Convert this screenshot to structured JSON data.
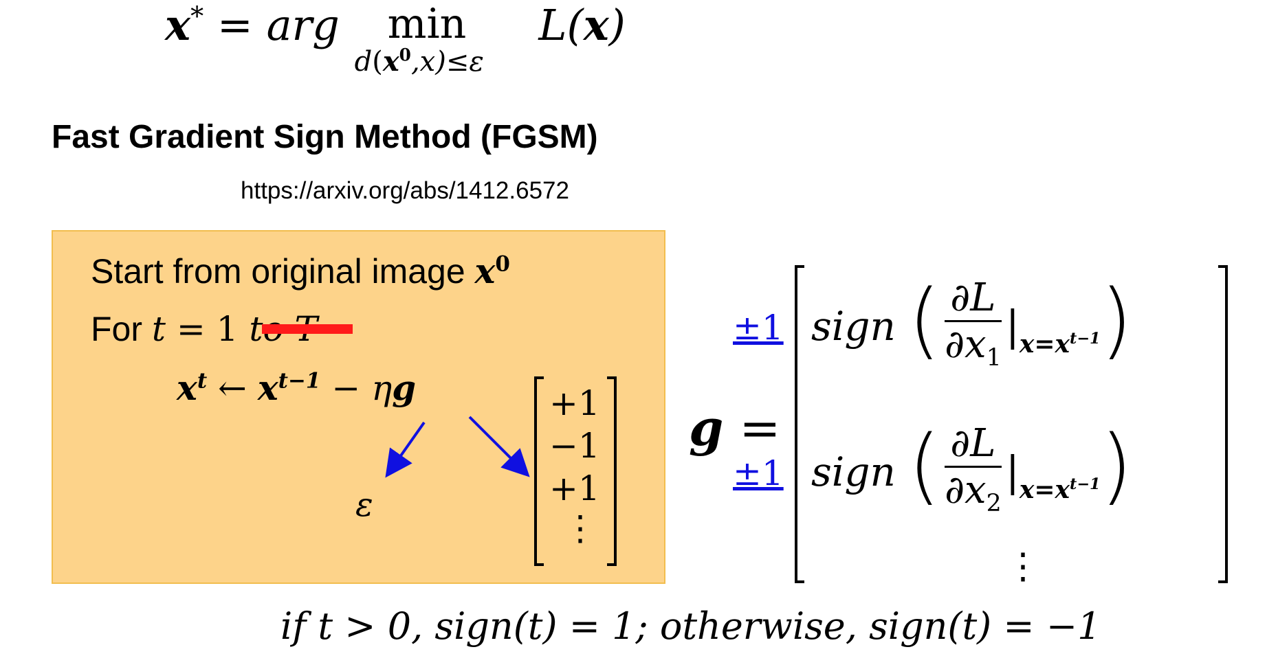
{
  "objective": {
    "lhs": "x",
    "lhs_sup": "*",
    "equals": "=",
    "arg": "arg",
    "min": "min",
    "constraint_d": "d",
    "constraint_x0": "x",
    "constraint_x0_sup": "0",
    "constraint_rest": ",x)≤ε",
    "loss": "L(",
    "loss_x": "x",
    "loss_close": ")"
  },
  "method": {
    "title": "Fast Gradient Sign Method (FGSM)",
    "link": "https://arxiv.org/abs/1412.6572"
  },
  "algorithm": {
    "start_text": "Start from original image ",
    "start_var": "x",
    "start_sup": "0",
    "for_text": "For ",
    "for_var": "t",
    "for_eq": " = 1 ",
    "for_struck": "to T",
    "update_lhs": "x",
    "update_lhs_sup": "t",
    "update_arrow": " ← ",
    "update_rhs": "x",
    "update_rhs_sup": "t−1",
    "update_minus": " − η",
    "update_g": "g",
    "eta_value": "ε",
    "g_sample": [
      "+1",
      "−1",
      "+1",
      "⋮"
    ]
  },
  "gradient": {
    "g_label": "g",
    "equals": " =",
    "components": [
      {
        "sign": "±1",
        "func": "sign",
        "num": "∂L",
        "den": "∂x",
        "den_sub": "1",
        "eval": "x=x",
        "eval_sup": "t−1"
      },
      {
        "sign": "±1",
        "func": "sign",
        "num": "∂L",
        "den": "∂x",
        "den_sub": "2",
        "eval": "x=x",
        "eval_sup": "t−1"
      }
    ],
    "vdots": "⋮"
  },
  "sign_definition": "if t > 0, sign(t) = 1; otherwise, sign(t) = −1",
  "colors": {
    "box_fill": "#fdd38a",
    "box_border": "#f2bd4e",
    "strike": "#ff1a1a",
    "arrow": "#1010e0",
    "sign_blue": "#1010e0"
  }
}
